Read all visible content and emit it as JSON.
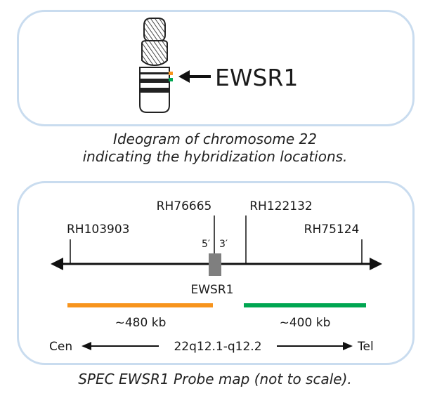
{
  "ideogram": {
    "gene_label": "EWSR1",
    "caption_line1": "Ideogram of chromosome 22",
    "caption_line2": "indicating the hybridization locations.",
    "colors": {
      "orange_signal": "#f7941d",
      "green_signal": "#00a651"
    }
  },
  "probe_map": {
    "markers": [
      "RH103903",
      "RH76665",
      "RH122132",
      "RH75124"
    ],
    "prime_5": "5′",
    "prime_3": "3′",
    "gene_label": "EWSR1",
    "orange_probe_size": "~480 kb",
    "green_probe_size": "~400 kb",
    "cen_label": "Cen",
    "band_label": "22q12.1-q12.2",
    "tel_label": "Tel",
    "caption": "SPEC EWSR1 Probe map (not to scale).",
    "colors": {
      "orange_probe": "#f7941d",
      "green_probe": "#00a651",
      "gene_box": "#7f7f7f",
      "frame": "#c9dcef"
    }
  }
}
